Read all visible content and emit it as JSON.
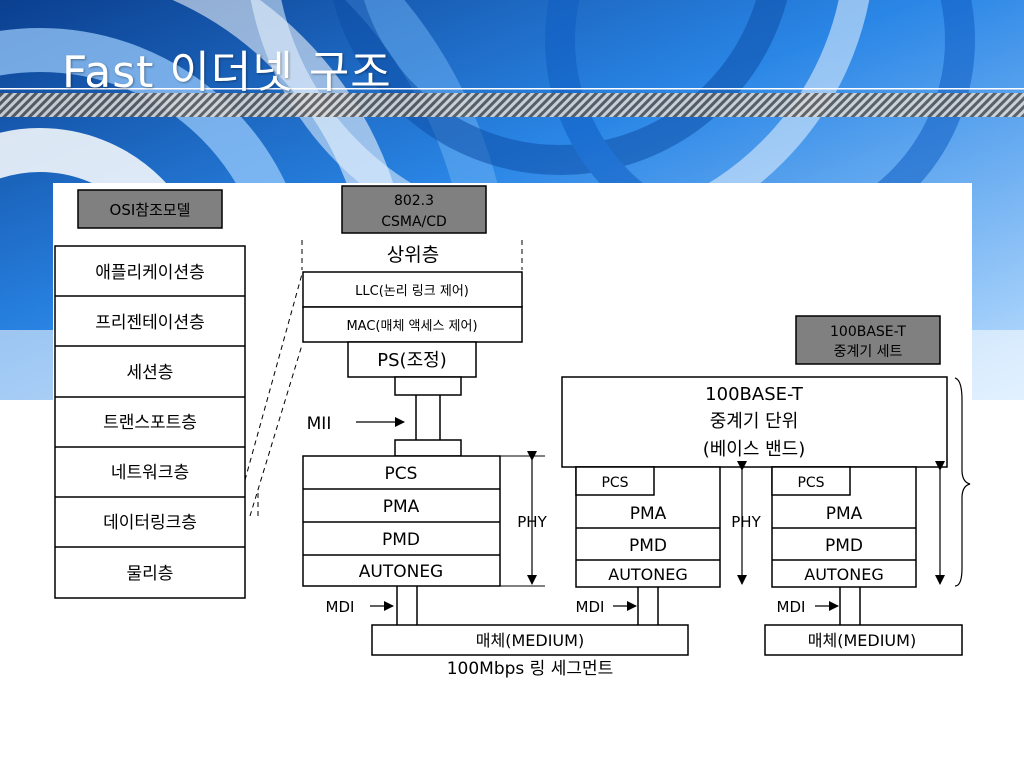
{
  "slide": {
    "title": "Fast 이더넷 구조"
  },
  "colors": {
    "accent_blue": "#1f6fd6",
    "dark_blue": "#0a3e8a",
    "light_blue": "#cfe6ff",
    "label_box_gray": "#808080"
  },
  "osi": {
    "header": "OSI참조모델",
    "layers": [
      "애플리케이션층",
      "프리젠테이션층",
      "세션층",
      "트랜스포트층",
      "네트워크층",
      "데이터링크층",
      "물리층"
    ]
  },
  "ieee": {
    "header_line1": "802.3",
    "header_line2": "CSMA/CD",
    "upper": "상위층",
    "llc": "LLC(논리 링크 제어)",
    "mac": "MAC(매체 액세스 제어)",
    "ps": "PS(조정)",
    "mii": "MII",
    "phy_stack": [
      "PCS",
      "PMA",
      "PMD",
      "AUTONEG"
    ],
    "phy": "PHY",
    "mdi": "MDI",
    "medium": "매체(MEDIUM)",
    "segment": "100Mbps 링 세그먼트"
  },
  "repeater": {
    "set_line1": "100BASE-T",
    "set_line2": "중계기 세트",
    "unit_line1": "100BASE-T",
    "unit_line2": "중계기 단위",
    "unit_line3": "(베이스 밴드)",
    "pcs": "PCS",
    "pma": "PMA",
    "pmd": "PMD",
    "autoneg": "AUTONEG",
    "phy": "PHY",
    "mdi": "MDI",
    "medium": "매체(MEDIUM)"
  }
}
